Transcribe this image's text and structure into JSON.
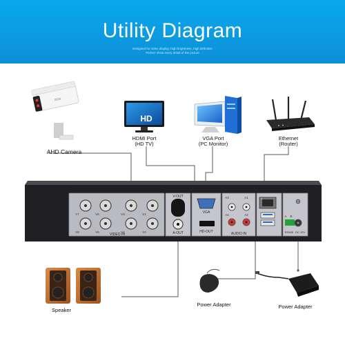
{
  "banner": {
    "title": "Utility Diagram",
    "subtitle_1": "Designed for video display, high brightness, high definition",
    "subtitle_2": "Perfect show every detail of the picture",
    "color_top": "#0aa9ee",
    "color_bottom": "#0c8fd6"
  },
  "devices": {
    "ahd_camera": "AHD Camera",
    "hdmi_port_line1": "HDMI Port",
    "hdmi_port_line2": "(HD TV)",
    "tv_screen": "HD",
    "vga_port_line1": "VGA Port",
    "vga_port_line2": "(PC Monitor)",
    "ethernet_line1": "Ethernet",
    "ethernet_line2": "(Router)",
    "speaker": "Speaker",
    "mouse": "Power Adapter",
    "power_adapter": "Power Adapter"
  },
  "dvr_panel": {
    "video_in": "VIDEO IN",
    "v_out": "V-OUT",
    "a_out": "A-OUT",
    "hd_out": "HD-OUT",
    "vga": "VGA",
    "audio_in": "AUDIO IN",
    "rs485": "RS485",
    "dc12v": "DC 12V",
    "a": "A",
    "b": "B",
    "bnc_row1": [
      "V7",
      "V5",
      "V3",
      "V1"
    ],
    "bnc_row2": [
      "V8",
      "V6",
      "V4",
      "V2"
    ],
    "audio_row1": [
      "A3",
      "A1"
    ],
    "audio_row2": [
      "A4",
      "A2"
    ]
  },
  "colors": {
    "line": "#5a5a5a",
    "panel": "#1f1f24",
    "brand_blue": "#0c9ae4"
  }
}
